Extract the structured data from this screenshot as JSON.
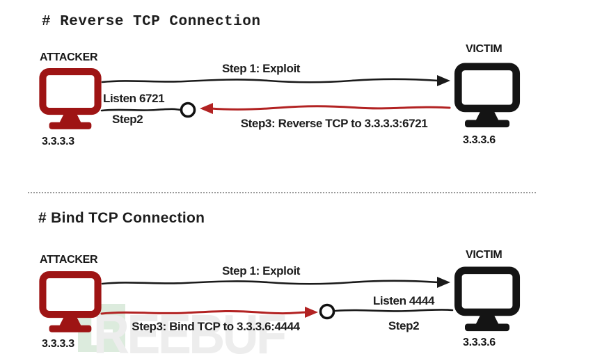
{
  "colors": {
    "attacker_red": "#9e1414",
    "arrow_red": "#b22222",
    "victim_black": "#141414",
    "divider_gray": "#9a9a9a",
    "watermark_gray": "#ededed",
    "watermark_green": "#dcebdd"
  },
  "watermark": {
    "logo_letter": "F",
    "text": "REEBUF"
  },
  "sections": [
    {
      "title": "# Reverse TCP Connection",
      "attacker": {
        "label": "ATTACKER",
        "ip": "3.3.3.3"
      },
      "victim": {
        "label": "VICTIM",
        "ip": "3.3.3.6"
      },
      "labels": {
        "step1": "Step 1: Exploit",
        "listen": "Listen 6721",
        "step2": "Step2",
        "step3": "Step3: Reverse TCP to 3.3.3.3:6721"
      }
    },
    {
      "title": "# Bind TCP Connection",
      "attacker": {
        "label": "ATTACKER",
        "ip": "3.3.3.3"
      },
      "victim": {
        "label": "VICTIM",
        "ip": "3.3.3.6"
      },
      "labels": {
        "step1": "Step 1: Exploit",
        "listen": "Listen 4444",
        "step2": "Step2",
        "step3": "Step3: Bind TCP to 3.3.3.6:4444"
      }
    }
  ]
}
